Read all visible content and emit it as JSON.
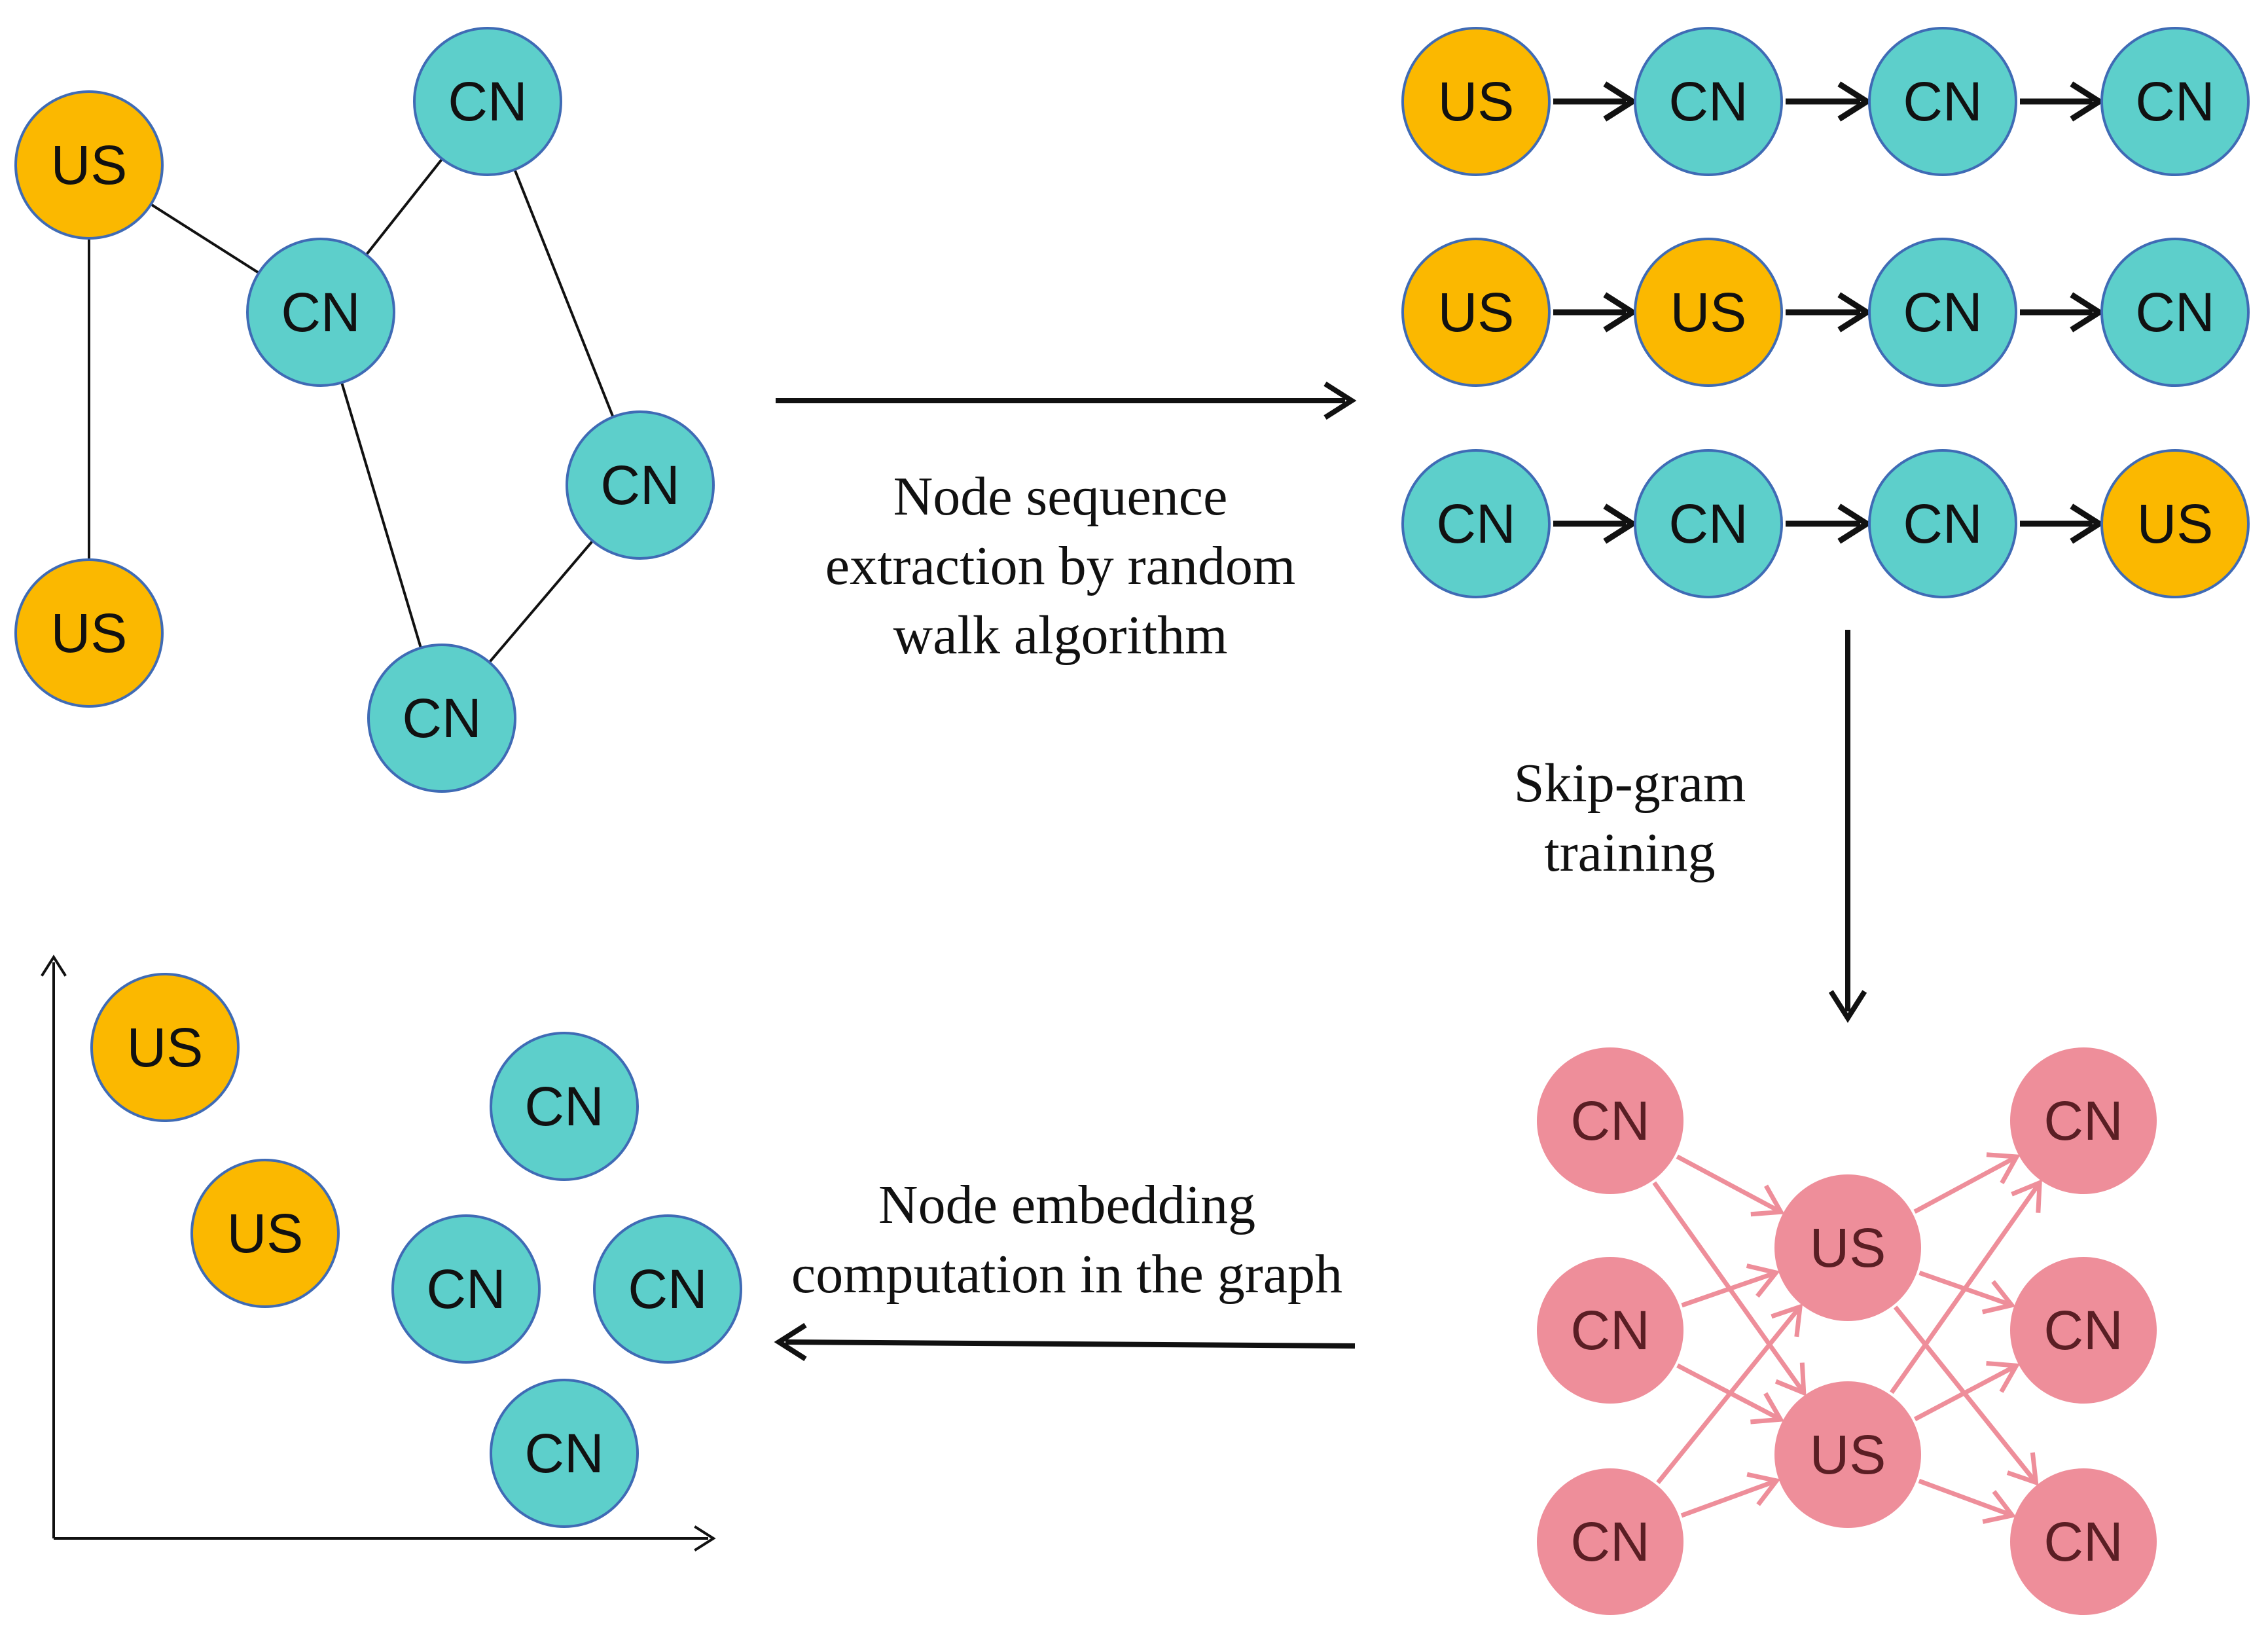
{
  "colors": {
    "us_fill": "#FBB800",
    "cn_fill": "#5DCFCB",
    "node_stroke": "#3F6BB5",
    "pink_fill": "#EE8E9A",
    "pink_text": "#5A1E24",
    "pink_edge": "#EE8E9A",
    "edge": "#111111",
    "text": "#111111"
  },
  "node_labels": {
    "us": "US",
    "cn": "CN"
  },
  "captions": {
    "random_walk": [
      "Node sequence",
      "extraction by random",
      "walk algorithm"
    ],
    "skip_gram": [
      "Skip-gram",
      "training"
    ],
    "embedding": [
      "Node embedding",
      "computation in the graph"
    ]
  },
  "graph": {
    "nodes": [
      {
        "id": "g1",
        "type": "us"
      },
      {
        "id": "g2",
        "type": "cn"
      },
      {
        "id": "g3",
        "type": "cn"
      },
      {
        "id": "g4",
        "type": "us"
      },
      {
        "id": "g5",
        "type": "cn"
      },
      {
        "id": "g6",
        "type": "cn"
      }
    ],
    "edges": [
      [
        "g1",
        "g3"
      ],
      [
        "g1",
        "g4"
      ],
      [
        "g3",
        "g2"
      ],
      [
        "g2",
        "g5"
      ],
      [
        "g3",
        "g6"
      ],
      [
        "g6",
        "g5"
      ]
    ]
  },
  "sequences": [
    [
      "us",
      "cn",
      "cn",
      "cn"
    ],
    [
      "us",
      "us",
      "cn",
      "cn"
    ],
    [
      "cn",
      "cn",
      "cn",
      "us"
    ]
  ],
  "skipgram": {
    "left": [
      "cn",
      "cn",
      "cn"
    ],
    "middle": [
      "us",
      "us"
    ],
    "right": [
      "cn",
      "cn",
      "cn"
    ]
  },
  "embedding_nodes": [
    {
      "id": "e1",
      "type": "us"
    },
    {
      "id": "e2",
      "type": "us"
    },
    {
      "id": "e3",
      "type": "cn"
    },
    {
      "id": "e4",
      "type": "cn"
    },
    {
      "id": "e5",
      "type": "cn"
    },
    {
      "id": "e6",
      "type": "cn"
    }
  ]
}
